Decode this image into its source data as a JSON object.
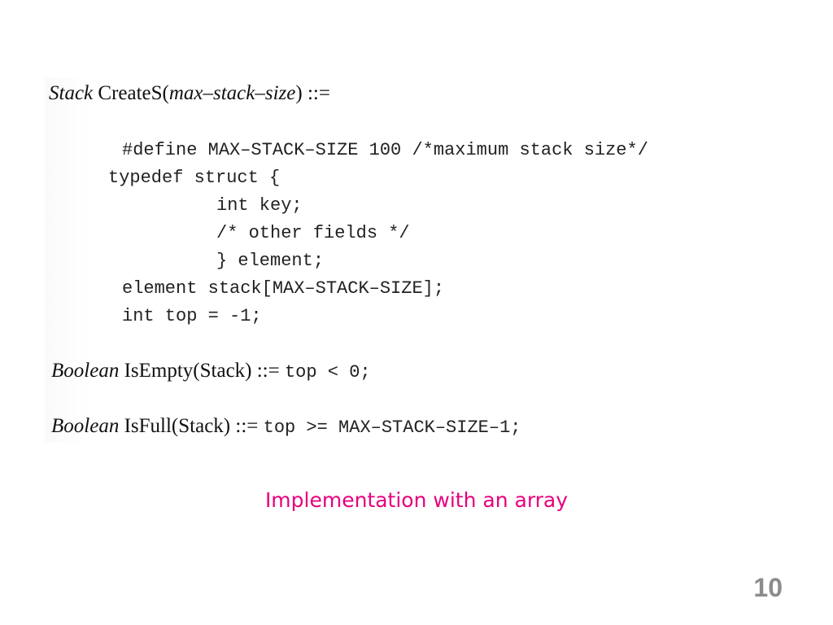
{
  "slide": {
    "createS": {
      "type": "Stack",
      "name": "CreateS(",
      "param": "max–stack–size",
      "suffix": ") ::="
    },
    "code_lines": [
      "#define MAX–STACK–SIZE 100 /*maximum stack size*/",
      "typedef struct {",
      "int key;",
      "/* other fields */",
      "} element;",
      "element stack[MAX–STACK–SIZE];",
      "int top = -1;"
    ],
    "isEmpty": {
      "type": "Boolean",
      "name": "IsEmpty(Stack) ::=",
      "code": "top < 0;"
    },
    "isFull": {
      "type": "Boolean",
      "name": "IsFull(Stack) ::=",
      "code": "top >= MAX–STACK–SIZE–1;"
    },
    "caption": "Implementation with an array",
    "page_number": "10"
  },
  "colors": {
    "caption": "#e6007e",
    "page_number": "#8c8c8c",
    "text": "#111111"
  }
}
